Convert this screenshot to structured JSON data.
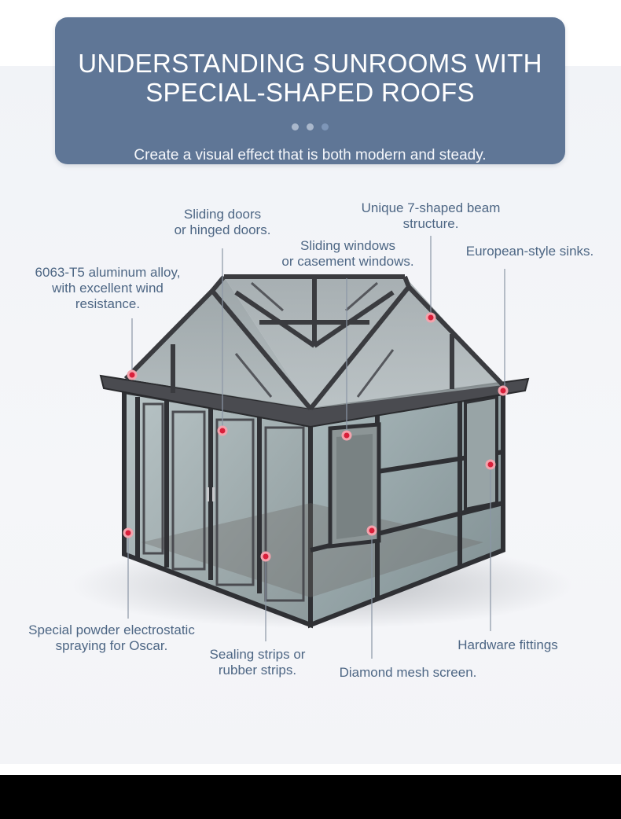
{
  "hero": {
    "title_line1": "UNDERSTANDING SUNROOMS WITH",
    "title_line2": "SPECIAL-SHAPED ROOFS",
    "subtitle": "Create a visual effect that is both modern and steady."
  },
  "callouts": {
    "sliding_doors": {
      "line1": "Sliding doors",
      "line2": "or hinged doors."
    },
    "beam": {
      "line1": "Unique 7-shaped beam",
      "line2": "structure."
    },
    "sliding_windows": {
      "line1": "Sliding windows",
      "line2": "or casement windows."
    },
    "sinks": {
      "line1": "European-style sinks."
    },
    "alloy": {
      "line1": "6063-T5 aluminum alloy,",
      "line2": "with excellent wind",
      "line3": "resistance."
    },
    "powder": {
      "line1": "Special powder electrostatic",
      "line2": "spraying for Oscar."
    },
    "sealing": {
      "line1": "Sealing strips or",
      "line2": "rubber strips."
    },
    "mesh": {
      "line1": "Diamond mesh screen."
    },
    "hardware": {
      "line1": "Hardware fittings"
    }
  },
  "colors": {
    "hero_bg": "#5f7696",
    "label_text": "#4d6684",
    "marker_red": "#d91f3a",
    "frame": "#3a3b3f"
  }
}
